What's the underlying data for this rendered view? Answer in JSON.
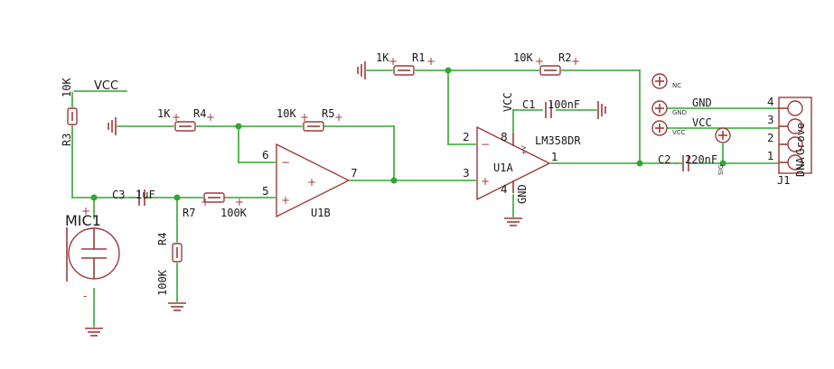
{
  "vcc_label": "VCC",
  "mic": {
    "ref": "MIC1",
    "plus": "+",
    "minus": "-"
  },
  "r3": {
    "ref": "R3",
    "value": "10K"
  },
  "r4a": {
    "ref": "R4",
    "value": "1K"
  },
  "r5": {
    "ref": "R5",
    "value": "10K"
  },
  "r7": {
    "ref": "R7",
    "value": "100K"
  },
  "r4b": {
    "ref": "R4",
    "value": "100K"
  },
  "c3": {
    "ref": "C3",
    "value": "1uF"
  },
  "r1": {
    "ref": "R1",
    "value": "1K"
  },
  "r2": {
    "ref": "R2",
    "value": "10K"
  },
  "c1": {
    "ref": "C1",
    "value": "100nF"
  },
  "c2": {
    "ref": "C2",
    "value": "220nF"
  },
  "u1b": {
    "ref": "U1B",
    "pin_in_minus": "6",
    "pin_in_plus": "5",
    "pin_out": "7"
  },
  "u1a": {
    "ref": "U1A",
    "part": "LM358DR",
    "pin_in_minus": "2",
    "pin_in_plus": "3",
    "pin_out": "1",
    "pin_vcc": "8",
    "pin_gnd": "4",
    "vcc": "VCC",
    "gnd": "GND",
    "vplus": "+V"
  },
  "header": {
    "nc": "NC",
    "gnd_small": "GND",
    "vcc_small": "VCC",
    "gnd_label": "GND",
    "vcc_label": "VCC",
    "ref": "J1",
    "name": "Grove",
    "sub": "DNA",
    "pins": [
      "4",
      "3",
      "2",
      "1"
    ],
    "sig": "SIG"
  }
}
